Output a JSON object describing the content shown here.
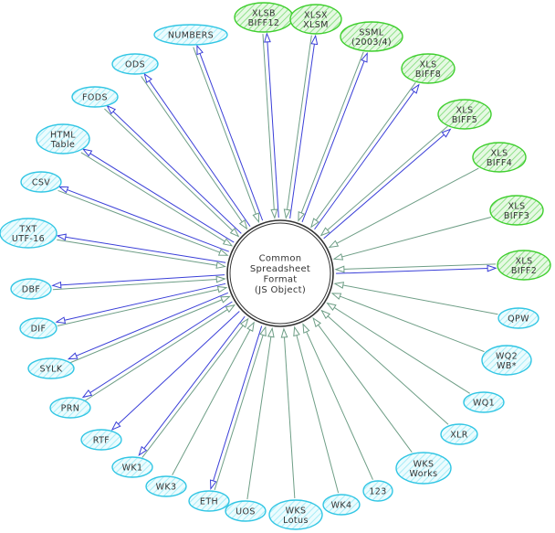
{
  "colors": {
    "read_write_edge": "#3a3fd8",
    "read_only_edge": "#6e9e86",
    "read_write_fill": "#b6ecb2",
    "read_write_stroke": "#3fcf2e",
    "read_only_fill": "#cdf6fb",
    "read_only_stroke": "#32c6e4",
    "center_stroke": "#333333"
  },
  "center": {
    "lines": [
      "Common",
      "Spreadsheet",
      "Format",
      "(JS Object)"
    ]
  },
  "formats": [
    {
      "id": "xlsb",
      "lines": [
        "XLSB",
        "BIFF12"
      ],
      "kind": "rw"
    },
    {
      "id": "xlsx",
      "lines": [
        "XLSX",
        "XLSM"
      ],
      "kind": "rw"
    },
    {
      "id": "ssml",
      "lines": [
        "SSML",
        "(2003/4)"
      ],
      "kind": "rw"
    },
    {
      "id": "biff8",
      "lines": [
        "XLS",
        "BIFF8"
      ],
      "kind": "rw"
    },
    {
      "id": "biff5",
      "lines": [
        "XLS",
        "BIFF5"
      ],
      "kind": "rw"
    },
    {
      "id": "biff4",
      "lines": [
        "XLS",
        "BIFF4"
      ],
      "kind": "r"
    },
    {
      "id": "biff3",
      "lines": [
        "XLS",
        "BIFF3"
      ],
      "kind": "r"
    },
    {
      "id": "biff2",
      "lines": [
        "XLS",
        "BIFF2"
      ],
      "kind": "rw"
    },
    {
      "id": "qpw",
      "lines": [
        "QPW"
      ],
      "kind": "r"
    },
    {
      "id": "wq2",
      "lines": [
        "WQ2",
        "WB*"
      ],
      "kind": "r"
    },
    {
      "id": "wq1",
      "lines": [
        "WQ1"
      ],
      "kind": "r"
    },
    {
      "id": "xlr",
      "lines": [
        "XLR"
      ],
      "kind": "r"
    },
    {
      "id": "wksworks",
      "lines": [
        "WKS",
        "Works"
      ],
      "kind": "r"
    },
    {
      "id": "n123",
      "lines": [
        "123"
      ],
      "kind": "r"
    },
    {
      "id": "wk4",
      "lines": [
        "WK4"
      ],
      "kind": "r"
    },
    {
      "id": "wkslotus",
      "lines": [
        "WKS",
        "Lotus"
      ],
      "kind": "r"
    },
    {
      "id": "uos",
      "lines": [
        "UOS"
      ],
      "kind": "r"
    },
    {
      "id": "eth",
      "lines": [
        "ETH"
      ],
      "kind": "rw"
    },
    {
      "id": "wk3",
      "lines": [
        "WK3"
      ],
      "kind": "r"
    },
    {
      "id": "wk1",
      "lines": [
        "WK1"
      ],
      "kind": "rw"
    },
    {
      "id": "rtf",
      "lines": [
        "RTF"
      ],
      "kind": "w"
    },
    {
      "id": "prn",
      "lines": [
        "PRN"
      ],
      "kind": "rw"
    },
    {
      "id": "sylk",
      "lines": [
        "SYLK"
      ],
      "kind": "rw"
    },
    {
      "id": "dif",
      "lines": [
        "DIF"
      ],
      "kind": "rw"
    },
    {
      "id": "dbf",
      "lines": [
        "DBF"
      ],
      "kind": "rw"
    },
    {
      "id": "txt",
      "lines": [
        "TXT",
        "UTF-16"
      ],
      "kind": "rw"
    },
    {
      "id": "csv",
      "lines": [
        "CSV"
      ],
      "kind": "rw"
    },
    {
      "id": "html",
      "lines": [
        "HTML",
        "Table"
      ],
      "kind": "rw"
    },
    {
      "id": "fods",
      "lines": [
        "FODS"
      ],
      "kind": "rw"
    },
    {
      "id": "ods",
      "lines": [
        "ODS"
      ],
      "kind": "rw"
    },
    {
      "id": "numbers",
      "lines": [
        "NUMBERS"
      ],
      "kind": "rw"
    }
  ]
}
